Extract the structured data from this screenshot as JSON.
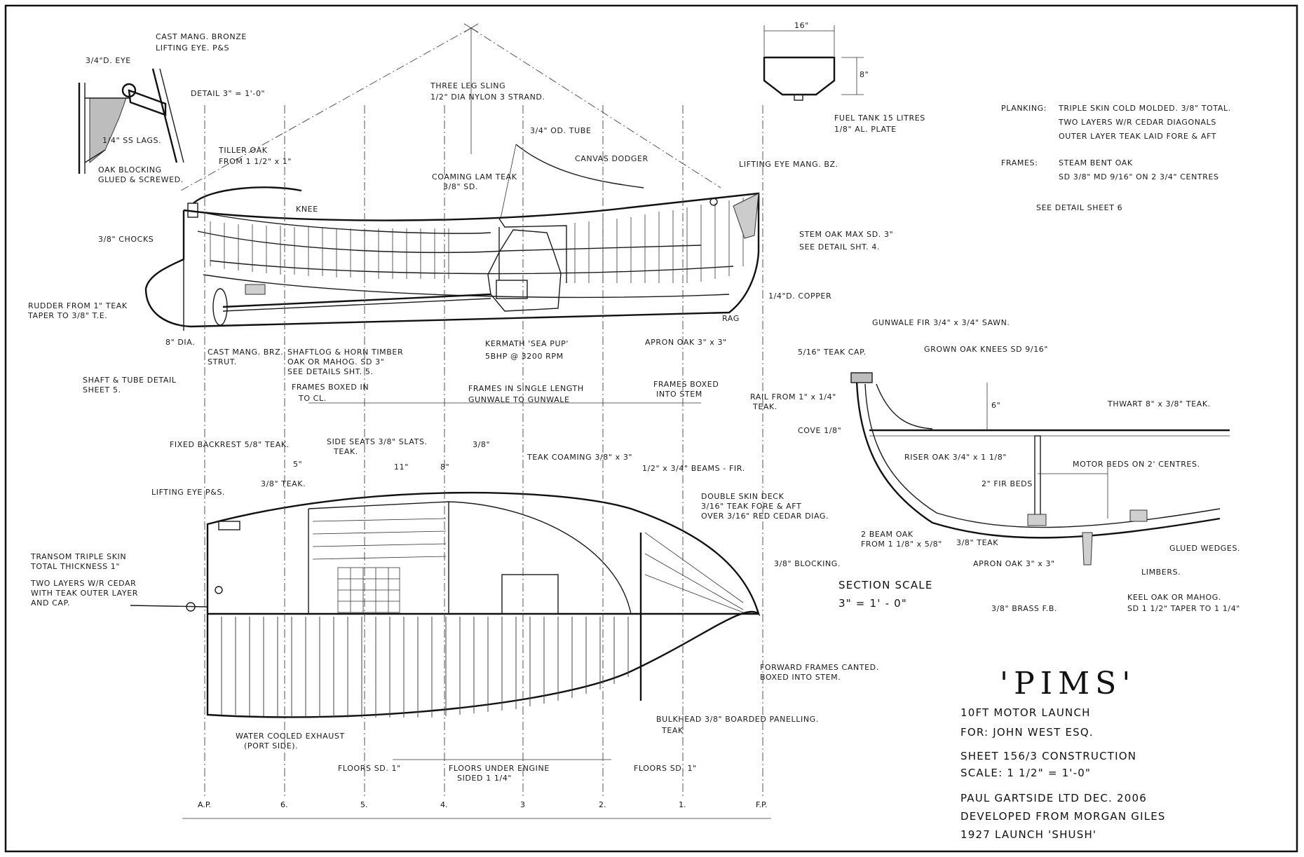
{
  "title_block": {
    "name": "'PIMS'",
    "line1": "10FT MOTOR LAUNCH",
    "line2": "FOR: JOHN WEST ESQ.",
    "line3": "SHEET 156/3  CONSTRUCTION",
    "line4": "SCALE: 1 1/2\" = 1'-0\"",
    "line5": "PAUL GARTSIDE LTD   DEC. 2006",
    "line6": "DEVELOPED FROM MORGAN GILES",
    "line7": "1927 LAUNCH 'SHUSH'"
  },
  "specs": {
    "planking_label": "PLANKING:",
    "planking_1": "TRIPLE SKIN COLD MOLDED. 3/8\" TOTAL.",
    "planking_2": "TWO LAYERS W/R CEDAR DIAGONALS",
    "planking_3": "OUTER LAYER TEAK LAID FORE & AFT",
    "frames_label": "FRAMES:",
    "frames_1": "STEAM BENT OAK",
    "frames_2": "SD 3/8\" MD 9/16\" ON 2 3/4\" CENTRES",
    "see_detail": "SEE DETAIL SHEET 6"
  },
  "detail": {
    "title": "DETAIL 3\" = 1'-0\"",
    "cast_mang": "CAST MANG. BRONZE",
    "lifting_eye": "LIFTING EYE. P&S",
    "rod": "3/4\"D. EYE",
    "lags": "1/4\" SS LAGS.",
    "blocking_1": "OAK BLOCKING",
    "blocking_2": "GLUED & SCREWED."
  },
  "fuel_tank": {
    "width": "16\"",
    "height": "8\"",
    "note_1": "FUEL TANK 15 LITRES",
    "note_2": "1/8\" AL. PLATE"
  },
  "profile_notes": {
    "sling_1": "THREE LEG SLING",
    "sling_2": "1/2\" DIA NYLON 3 STRAND.",
    "rod_tube": "3/4\" OD. TUBE",
    "dodger": "CANVAS DODGER",
    "coaming": "COAMING LAM TEAK",
    "coaming_2": "3/8\" SD.",
    "tiller_1": "TILLER OAK",
    "tiller_2": "FROM 1 1/2\" x 1\"",
    "knee": "KNEE",
    "chocks": "3/8\" CHOCKS",
    "lifting_eye_mang": "LIFTING EYE MANG. BZ.",
    "stem_1": "STEM OAK MAX SD. 3\"",
    "stem_2": "SEE DETAIL SHT. 4.",
    "copper": "1/4\"D. COPPER",
    "rag": "RAG",
    "rudder_1": "RUDDER FROM 1\" TEAK",
    "rudder_2": "TAPER TO 3/8\" T.E.",
    "prop": "8\" DIA.",
    "strut_1": "CAST MANG. BRZ.",
    "strut_2": "STRUT.",
    "shaftlog_1": "SHAFTLOG & HORN TIMBER",
    "shaftlog_2": "OAK OR MAHOG. SD 3\"",
    "shaftlog_3": "SEE DETAILS SHT. 5.",
    "engine_1": "KERMATH 'SEA PUP'",
    "engine_2": "5BHP @ 3200 RPM",
    "apron": "APRON OAK 3\" x 3\"",
    "shaft_1": "SHAFT & TUBE DETAIL",
    "shaft_2": "SHEET 5.",
    "frames_boxed_1": "FRAMES BOXED IN",
    "frames_boxed_2": "TO CL.",
    "frames_single_1": "FRAMES IN SINGLE LENGTH",
    "frames_single_2": "GUNWALE TO GUNWALE",
    "frames_stem_1": "FRAMES BOXED",
    "frames_stem_2": "INTO STEM"
  },
  "plan_notes": {
    "backrest": "FIXED BACKREST 5/8\" TEAK.",
    "seats_1": "SIDE SEATS 3/8\" SLATS.",
    "seats_2": "TEAK.",
    "dim_5": "5\"",
    "dim_11": "11\"",
    "dim_8": "8\"",
    "dim_38": "3/8\"",
    "teak_38": "3/8\" TEAK.",
    "teak_coaming": "TEAK COAMING 3/8\" x 3\"",
    "beams": "1/2\" x 3/4\" BEAMS - FIR.",
    "lifting_eye_ps": "LIFTING EYE P&S.",
    "deck_1": "DOUBLE SKIN DECK",
    "deck_2": "3/16\" TEAK FORE & AFT",
    "deck_3": "OVER 3/16\" RED CEDAR DIAG.",
    "blocking": "3/8\" BLOCKING.",
    "transom_1": "TRANSOM TRIPLE SKIN",
    "transom_2": "TOTAL THICKNESS 1\"",
    "transom_3": "TWO LAYERS W/R CEDAR",
    "transom_4": "WITH TEAK OUTER LAYER",
    "transom_5": "AND CAP.",
    "forward_frames_1": "FORWARD FRAMES CANTED.",
    "forward_frames_2": "BOXED INTO STEM.",
    "bulkhead_1": "BULKHEAD 3/8\" BOARDED PANELLING.",
    "bulkhead_2": "TEAK",
    "exhaust_1": "WATER COOLED EXHAUST",
    "exhaust_2": "(PORT SIDE).",
    "floors_1": "FLOORS SD. 1\"",
    "floors_2": "FLOORS UNDER ENGINE",
    "floors_2b": "SIDED 1 1/4\"",
    "floors_3": "FLOORS SD. 1\""
  },
  "section_notes": {
    "gunwale": "GUNWALE FIR 3/4\" x 3/4\" SAWN.",
    "knees": "GROWN OAK KNEES SD 9/16\"",
    "cap": "5/16\" TEAK CAP.",
    "rail_1": "RAIL FROM 1\" x 1/4\"",
    "rail_2": "TEAK.",
    "cove": "COVE 1/8\"",
    "dim_6": "6\"",
    "thwart": "THWART 8\" x 3/8\" TEAK.",
    "riser": "RISER OAK 3/4\" x 1 1/8\"",
    "motor_beds": "MOTOR BEDS ON 2' CENTRES.",
    "fir_beds": "2\" FIR BEDS",
    "bilge_1": "2 BEAM OAK",
    "bilge_2": "FROM 1 1/8\" x 5/8\"",
    "teak_38": "3/8\" TEAK",
    "apron_2": "APRON OAK 3\" x 3\"",
    "glued": "GLUED WEDGES.",
    "limbers": "LIMBERS.",
    "brass": "3/8\" BRASS F.B.",
    "keel_1": "KEEL OAK OR MAHOG.",
    "keel_2": "SD 1 1/2\" TAPER TO 1 1/4\"",
    "section_scale_1": "SECTION SCALE",
    "section_scale_2": "3\" = 1' - 0\""
  },
  "stations": [
    "A.P.",
    "6.",
    "5.",
    "4.",
    "3",
    "2.",
    "1.",
    "F.P."
  ]
}
